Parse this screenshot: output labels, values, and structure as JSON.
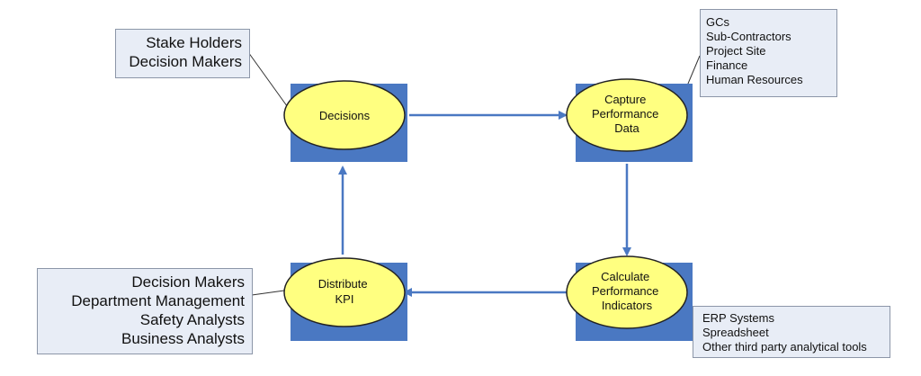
{
  "colors": {
    "process_block": "#4a78c2",
    "process_ellipse": "#ffff80",
    "arrow": "#4a78c2",
    "note_fill": "#e8edf6",
    "note_border": "#8c96a8"
  },
  "nodes": {
    "decisions": {
      "lines": [
        "Decisions"
      ]
    },
    "capture": {
      "lines": [
        "Capture",
        "Performance",
        "Data"
      ]
    },
    "calculate": {
      "lines": [
        "Calculate",
        "Performance",
        "Indicators"
      ]
    },
    "distribute": {
      "lines": [
        "Distribute",
        "KPI"
      ]
    }
  },
  "notes": {
    "stakeholders": [
      "Stake Holders",
      "Decision Makers"
    ],
    "sources": [
      "GCs",
      "Sub-Contractors",
      "Project Site",
      "Finance",
      "Human Resources"
    ],
    "tools": [
      "ERP Systems",
      "Spreadsheet",
      "Other third party analytical tools"
    ],
    "audience": [
      "Decision Makers",
      "Department Management",
      "Safety Analysts",
      "Business Analysts"
    ]
  },
  "flow": [
    {
      "from": "decisions",
      "to": "capture"
    },
    {
      "from": "capture",
      "to": "calculate"
    },
    {
      "from": "calculate",
      "to": "distribute"
    },
    {
      "from": "distribute",
      "to": "decisions"
    }
  ]
}
